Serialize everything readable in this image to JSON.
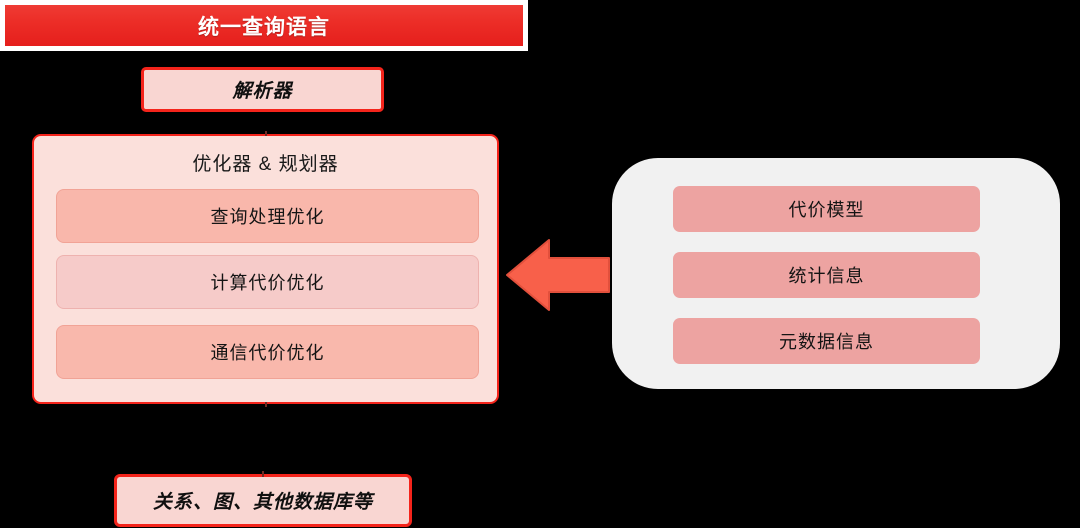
{
  "diagram": {
    "title_banner": {
      "label": "统一查询语言",
      "bg_color_top": "#ef3b34",
      "bg_color_bottom": "#e51f1c",
      "text_color": "#ffffff"
    },
    "parser": {
      "label": "解析器",
      "fill_color": "#f9d6d2",
      "border_color": "#f4241b"
    },
    "optimizer": {
      "title": "优化器 & 规划器",
      "fill_color": "#fbe0db",
      "border_color": "#f4241b",
      "items": [
        {
          "label": "查询处理优化",
          "fill_color": "#f9b7ab"
        },
        {
          "label": "计算代价优化",
          "fill_color": "#f6cbc9"
        },
        {
          "label": "通信代价优化",
          "fill_color": "#f9b8ac"
        }
      ]
    },
    "arrow": {
      "name": "left-arrow",
      "direction": "left",
      "fill_color": "#f8604a",
      "stroke_color": "#e2503c"
    },
    "metadata_panel": {
      "fill_color": "#f1f1f1",
      "items": [
        {
          "label": "代价模型",
          "fill_color": "#eda3a1"
        },
        {
          "label": "统计信息",
          "fill_color": "#eda3a1"
        },
        {
          "label": "元数据信息",
          "fill_color": "#eda3a1"
        }
      ]
    },
    "storage": {
      "label": "关系、图、其他数据库等",
      "fill_color": "#f9d6d2",
      "border_color": "#f4241b"
    }
  }
}
